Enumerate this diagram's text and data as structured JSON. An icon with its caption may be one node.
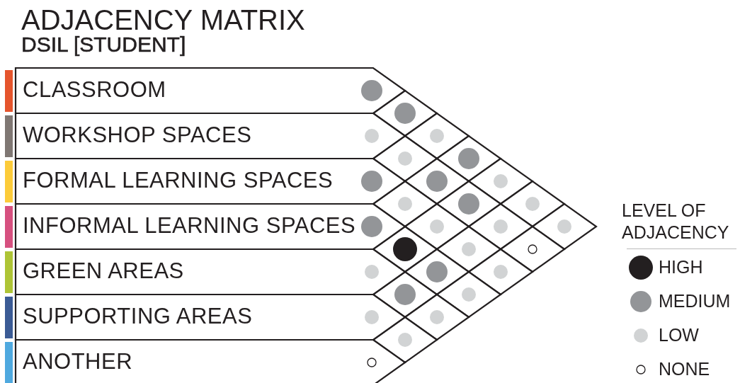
{
  "diagram": {
    "title": "ADJACENCY MATRIX",
    "nodes": [
      {
        "text": [
          "CLASSROOM"
        ]
      },
      {
        "text": [
          "WORKSHOP SPACES"
        ]
      },
      {
        "text": [
          "FORMAL LEARNING SPACES"
        ]
      },
      {
        "text": [
          "INFORMAL LEARNING SPACES"
        ]
      },
      {
        "text": [
          "GREEN AREAS"
        ]
      },
      {
        "text": [
          "SUPPORTING AREAS"
        ]
      },
      {
        "text": [
          "ANOTHER"
        ]
      }
    ],
    "labels": [
      "DSIL [STUDENT]",
      "LEVEL OF ADJACENCY"
    ],
    "legend": [
      {
        "text": "HIGH",
        "color": "#231f20"
      },
      {
        "text": "MEDIUM",
        "color": "#939598"
      },
      {
        "text": "LOW",
        "color": "#d1d3d4"
      },
      {
        "text": "NONE"
      }
    ]
  }
}
